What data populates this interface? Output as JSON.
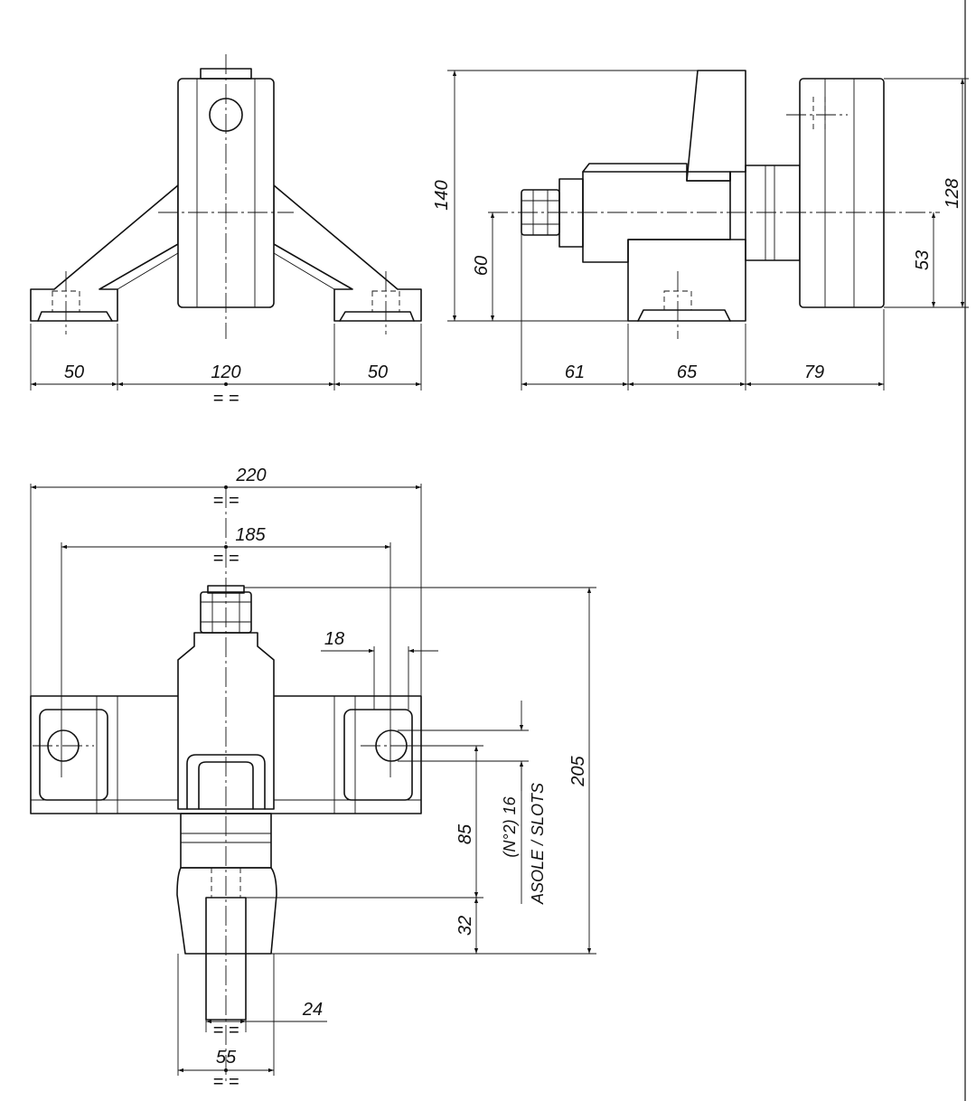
{
  "colors": {
    "line": "#111111",
    "background": "#ffffff"
  },
  "front_view": {
    "dims": {
      "left_flange": "50",
      "center": "120",
      "right_flange": "50"
    },
    "symmetry_mark": "= ="
  },
  "side_view": {
    "dims": {
      "overall_height": "140",
      "axis_height": "60",
      "seg_a": "61",
      "seg_b": "65",
      "seg_c": "79",
      "plate_height": "128",
      "plate_axis": "53"
    }
  },
  "top_view": {
    "dims": {
      "overall_width": "220",
      "hole_spacing": "185",
      "slot_width": "18",
      "overall_length": "205",
      "axis_offset": "85",
      "end_offset": "32",
      "pin_width": "24",
      "body_width": "55"
    },
    "slot_note_top": "(N°2) 16",
    "slot_note_bottom": "ASOLE / SLOTS",
    "symmetry_mark": "= ="
  }
}
